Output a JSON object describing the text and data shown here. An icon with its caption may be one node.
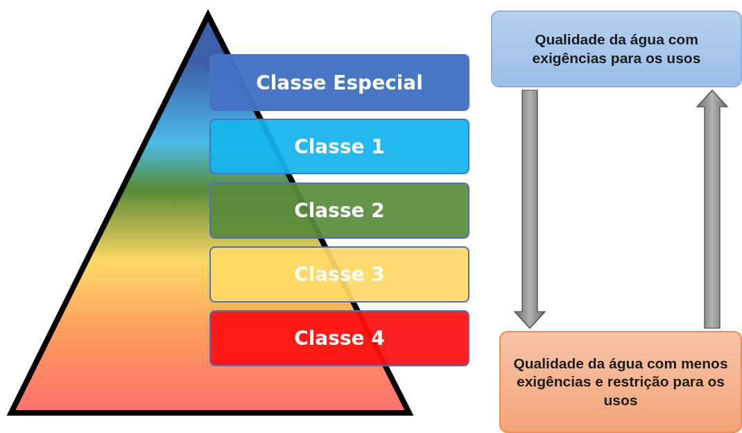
{
  "diagram": {
    "nodes": [
      {
        "text": [
          "Classe Especial"
        ]
      },
      {
        "text": [
          "Classe 1"
        ]
      },
      {
        "text": [
          "Classe 2"
        ]
      },
      {
        "text": [
          "Classe 3"
        ]
      },
      {
        "text": [
          "Classe 4"
        ]
      },
      {
        "text": [
          "Qualidade da água com exigências para os usos"
        ]
      },
      {
        "text": [
          "Qualidade da água com menos exigências e restrição para os usos"
        ]
      }
    ],
    "edges": [
      {
        "from": 5,
        "to": 6,
        "arrow": "to"
      },
      {
        "from": 6,
        "to": 5,
        "arrow": "to"
      }
    ]
  }
}
